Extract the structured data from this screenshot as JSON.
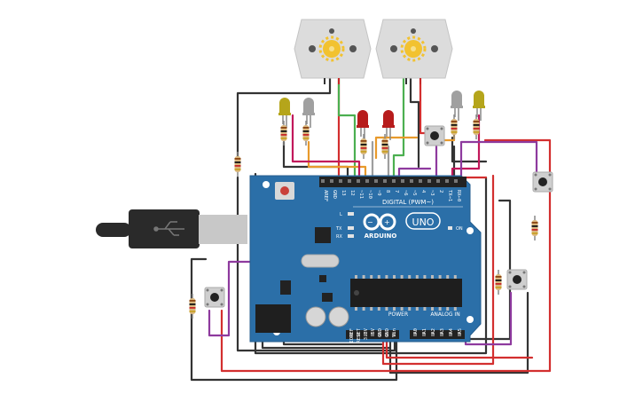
{
  "board": {
    "brand": "ARDUINO",
    "model": "UNO",
    "on_label": "ON",
    "tx_label": "TX",
    "rx_label": "RX",
    "l_label": "L",
    "digital_label": "DIGITAL (PWM~)",
    "power_label": "POWER",
    "analog_label": "ANALOG IN",
    "top_pins": [
      "AREF",
      "GND",
      "13",
      "12",
      "~11",
      "~10",
      "~9",
      "8",
      "7",
      "~6",
      "~5",
      "4",
      "~3",
      "2",
      "TX→1",
      "RX←0"
    ],
    "power_pins": [
      "IOREF",
      "RESET",
      "3.3V",
      "5V",
      "GND",
      "GND",
      "Vin"
    ],
    "analog_pins": [
      "A0",
      "A1",
      "A2",
      "A3",
      "A4",
      "A5"
    ]
  },
  "colors": {
    "board": "#2b6fa8",
    "wire_black": "#333333",
    "wire_red": "#d32f2f",
    "wire_green": "#4caf50",
    "wire_orange": "#e89a2c",
    "wire_purple": "#8e3a9e",
    "wire_magenta": "#c2185b",
    "wire_gray": "#9e9e9e",
    "led_yellow": "#b5a51b",
    "led_red": "#b71c1c",
    "led_gray": "#a0a0a0",
    "motor_body": "#dcdcdc",
    "gear": "#f2c230"
  },
  "components": {
    "motors": [
      {
        "id": "motor-1",
        "icon": "dc-motor-icon"
      },
      {
        "id": "motor-2",
        "icon": "dc-motor-icon"
      }
    ],
    "leds": [
      {
        "id": "led-1",
        "color": "#b5a51b"
      },
      {
        "id": "led-2",
        "color": "#a0a0a0"
      },
      {
        "id": "led-3",
        "color": "#b71c1c"
      },
      {
        "id": "led-4",
        "color": "#b71c1c"
      },
      {
        "id": "led-5",
        "color": "#a0a0a0"
      },
      {
        "id": "led-6",
        "color": "#b5a51b"
      }
    ],
    "buttons": [
      "button-top",
      "button-right",
      "button-left",
      "button-bottom-right"
    ],
    "usb_icon": "usb-icon"
  }
}
